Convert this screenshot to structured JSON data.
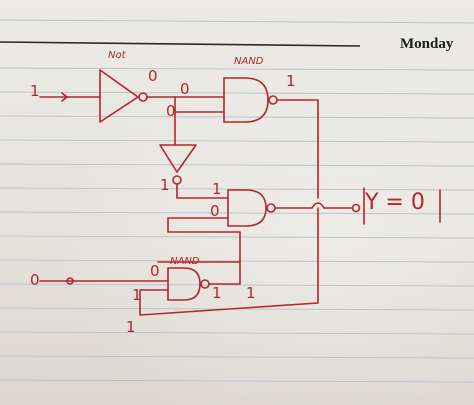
{
  "header": {
    "day": "Monday"
  },
  "gates": {
    "not_label": "Not",
    "nand_top_label": "NAND",
    "nand_bottom_label": "NAND"
  },
  "signals": {
    "input_a": "1",
    "not_out": "0",
    "tap_a": "0",
    "tap_b": "0",
    "nand1_out": "1",
    "buf_out": "1",
    "nand2_in_a": "1",
    "nand2_in_b": "0",
    "input_b_1": "0",
    "input_b_2": "0",
    "nand3_in": "1",
    "nand3_out": "1",
    "nand3_feed": "1",
    "bottom_wire": "1"
  },
  "output": {
    "text": "Y = 0"
  },
  "colors": {
    "ink": "#b5262a",
    "paper": "#e7e2d8",
    "header_rule": "#2a2a2a"
  }
}
